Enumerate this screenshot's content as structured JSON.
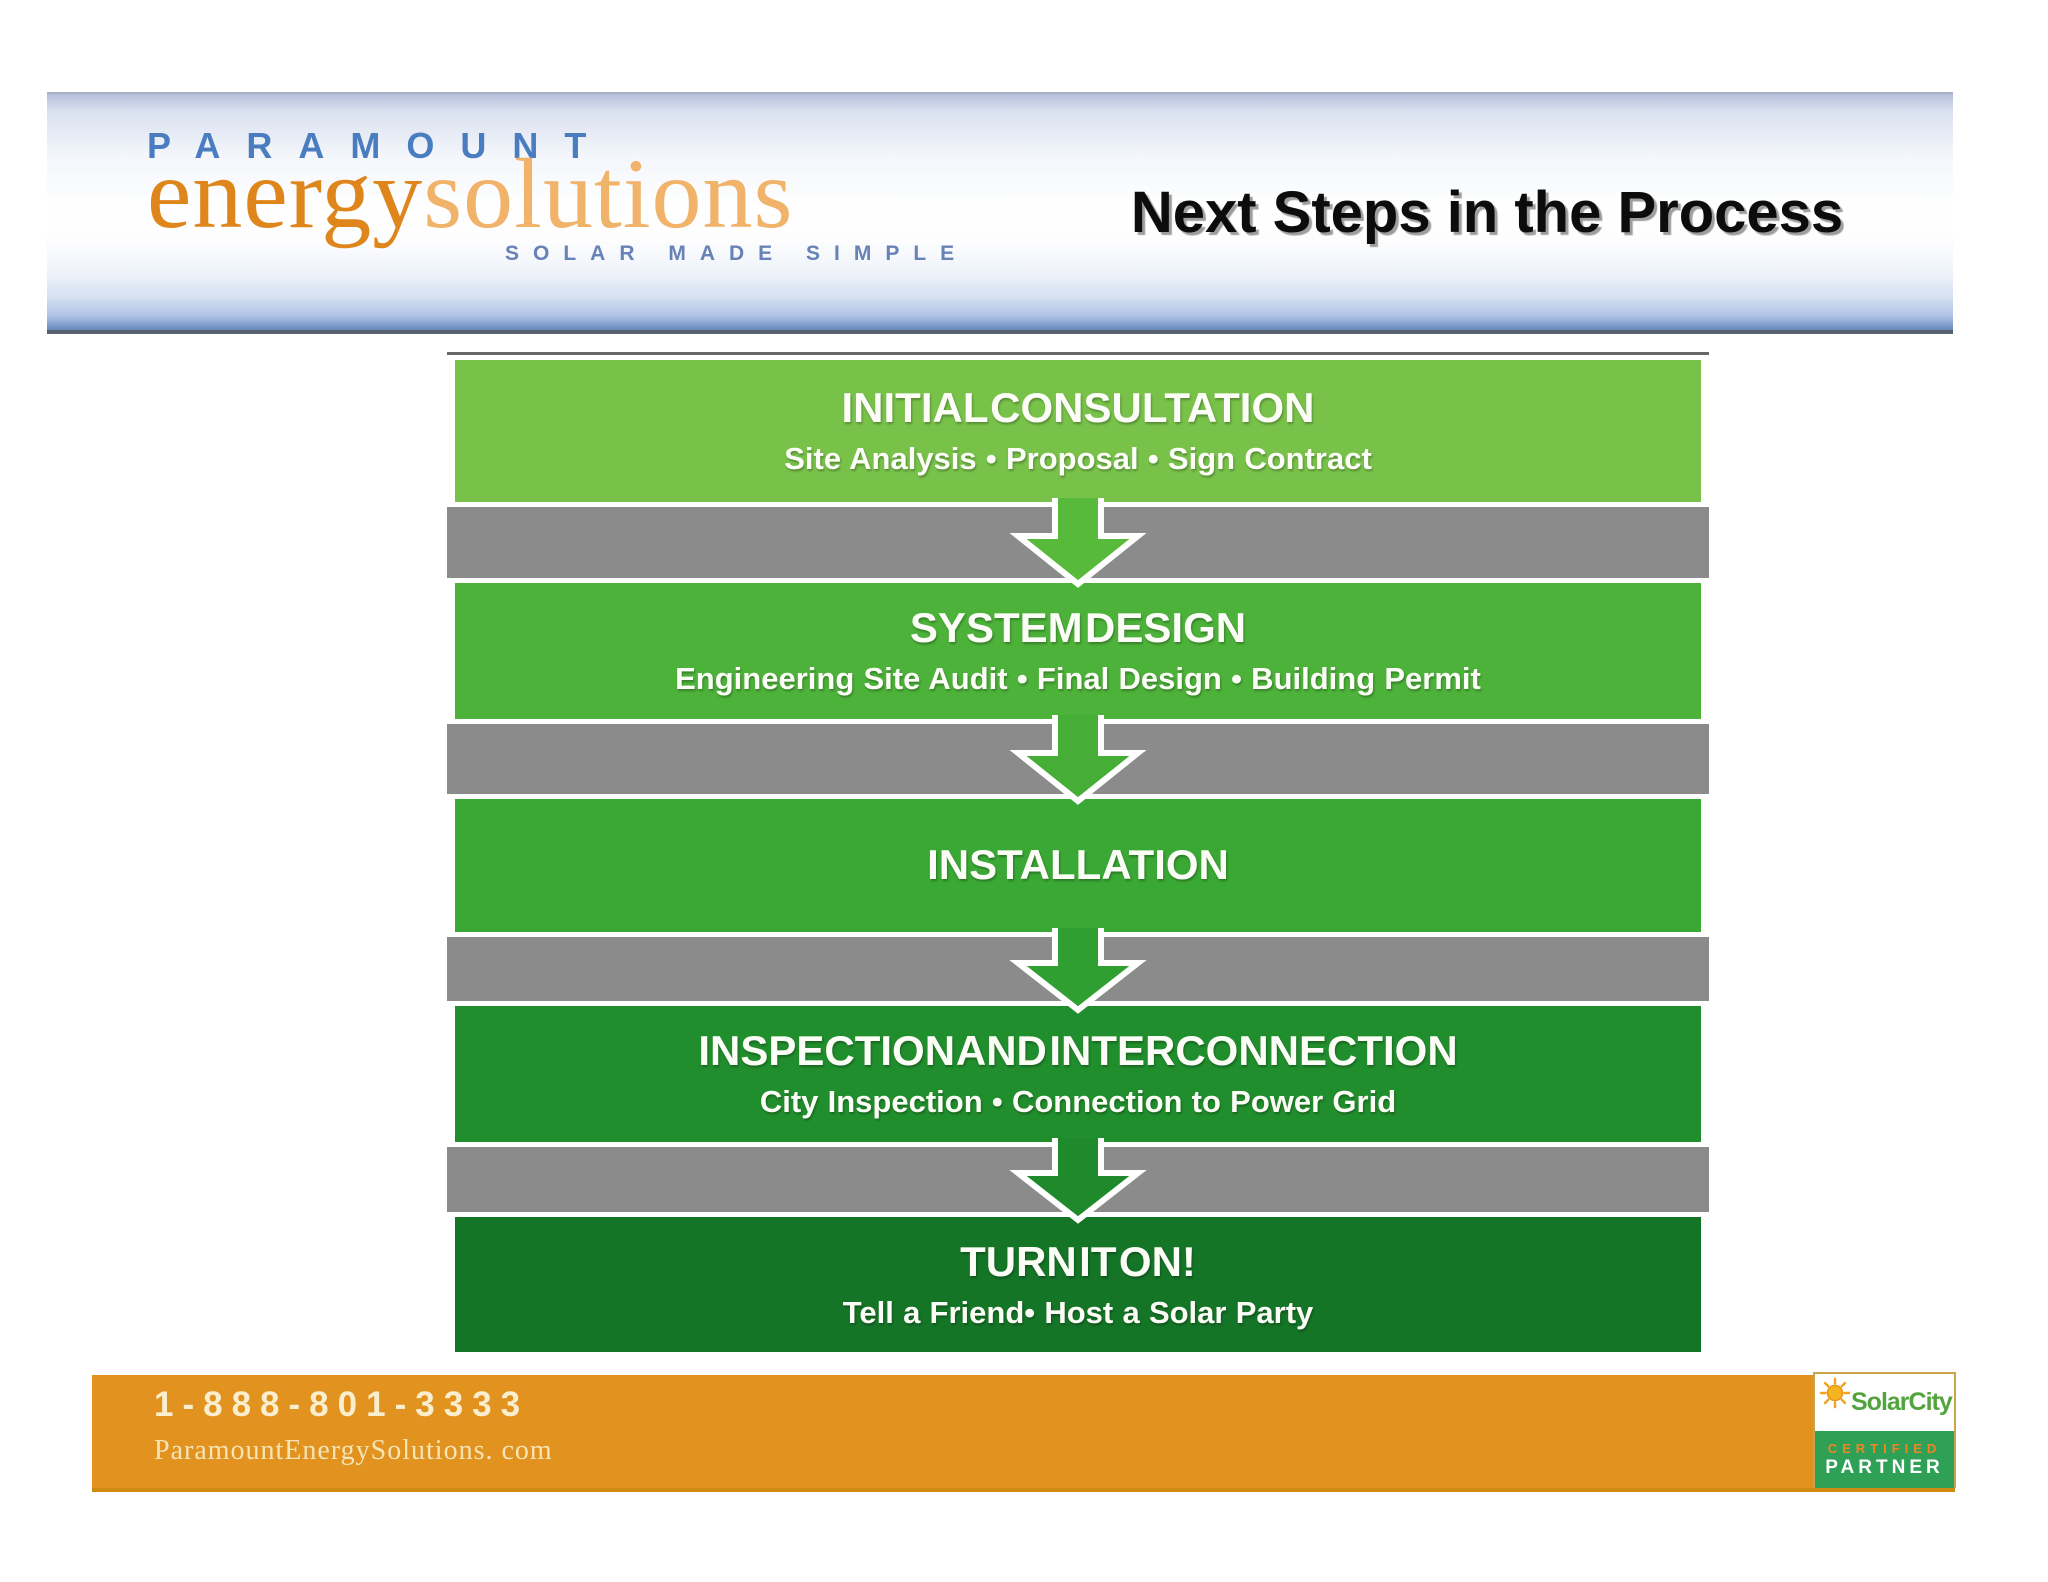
{
  "header": {
    "brand": {
      "top": "PARAMOUNT",
      "serif_left": "energy",
      "serif_right": "solutions",
      "tagline": "SOLAR MADE SIMPLE"
    },
    "title": "Next Steps in the Process",
    "colors": {
      "brand_blue": "#4a7dc0",
      "brand_orange_dark": "#de861b",
      "brand_orange_light": "#f1b269"
    }
  },
  "steps": [
    {
      "title": "INITIAL CONSULTATION",
      "subtitle": "Site Analysis • Proposal • Sign Contract",
      "color": "#78c24a"
    },
    {
      "title": "SYSTEM DESIGN",
      "subtitle": "Engineering Site Audit • Final Design • Building Permit",
      "color": "#4db23a"
    },
    {
      "title": "INSTALLATION",
      "subtitle": "",
      "color": "#3aa834"
    },
    {
      "title": "INSPECTION AND INTERCONNECTION",
      "subtitle": "City Inspection • Connection to Power Grid",
      "color": "#218e2d"
    },
    {
      "title": "TURN IT ON!",
      "subtitle": "Tell a Friend• Host a Solar Party",
      "color": "#157527"
    }
  ],
  "connectors": [
    {
      "color": "#58ba3a"
    },
    {
      "color": "#46ae36"
    },
    {
      "color": "#2f9f31"
    },
    {
      "color": "#1f8a2c"
    }
  ],
  "connector_band_color": "#8b8b8b",
  "footer": {
    "phone": "1-888-801-3333",
    "website": "ParamountEnergySolutions. com",
    "bar_color": "#e2921e"
  },
  "badge": {
    "brand": "SolarCity",
    "line1": "CERTIFIED",
    "line2": "PARTNER",
    "sun_icon": "sun-icon",
    "green": "#2fa156",
    "orange": "#f18426"
  }
}
